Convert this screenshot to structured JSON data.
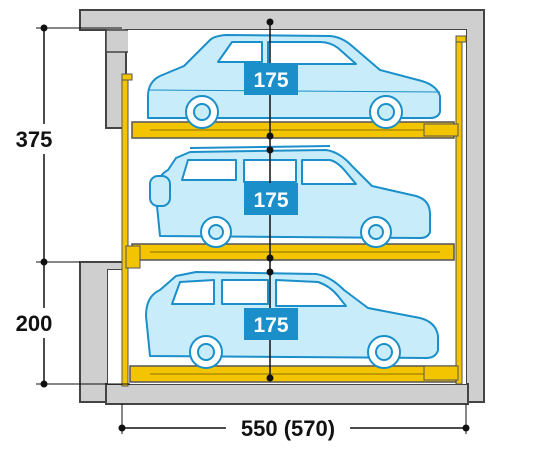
{
  "dimensions": {
    "upper_height": "375",
    "lower_height": "200",
    "width": "550 (570)"
  },
  "levels": [
    {
      "vehicle": "suv-large",
      "clearance": "175"
    },
    {
      "vehicle": "suv-compact",
      "clearance": "175"
    },
    {
      "vehicle": "wagon",
      "clearance": "175"
    }
  ],
  "colors": {
    "wall": "#cfcfcf",
    "wall_outline": "#444444",
    "platform": "#f2c500",
    "car_fill": "#c9ecfa",
    "car_line": "#1a8fc9",
    "badge": "#1a8fc9"
  }
}
